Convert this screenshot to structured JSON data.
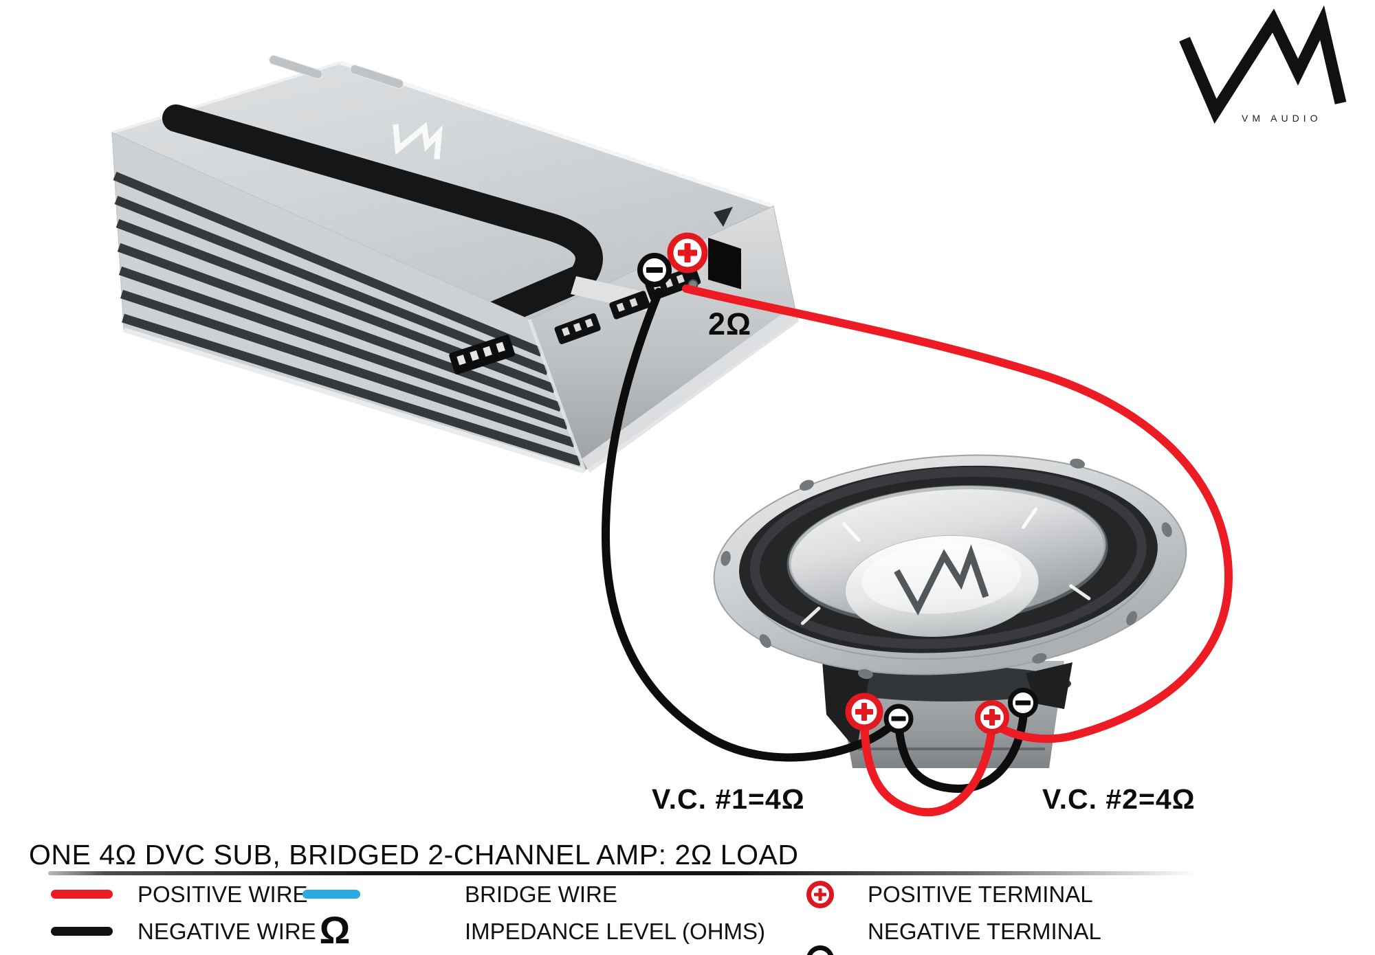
{
  "brand": {
    "logo_text": "VM AUDIO"
  },
  "diagram": {
    "amp_impedance_label": "2Ω",
    "voice_coil_1_label": "V.C. #1=4Ω",
    "voice_coil_2_label": "V.C. #2=4Ω"
  },
  "title": "ONE 4Ω DVC SUB, BRIDGED 2-CHANNEL AMP: 2Ω LOAD",
  "legend": {
    "positive_wire_label": "POSITIVE WIRE",
    "bridge_wire_label": "BRIDGE WIRE",
    "positive_terminal_label": "POSITIVE TERMINAL",
    "negative_wire_label": "NEGATIVE WIRE",
    "impedance_symbol": "Ω",
    "impedance_label": "IMPEDANCE LEVEL (OHMS)",
    "negative_terminal_label": "NEGATIVE TERMINAL"
  },
  "colors": {
    "positive_wire": "#ed1c24",
    "negative_wire": "#0d0d0d",
    "bridge_wire": "#29abe2"
  }
}
